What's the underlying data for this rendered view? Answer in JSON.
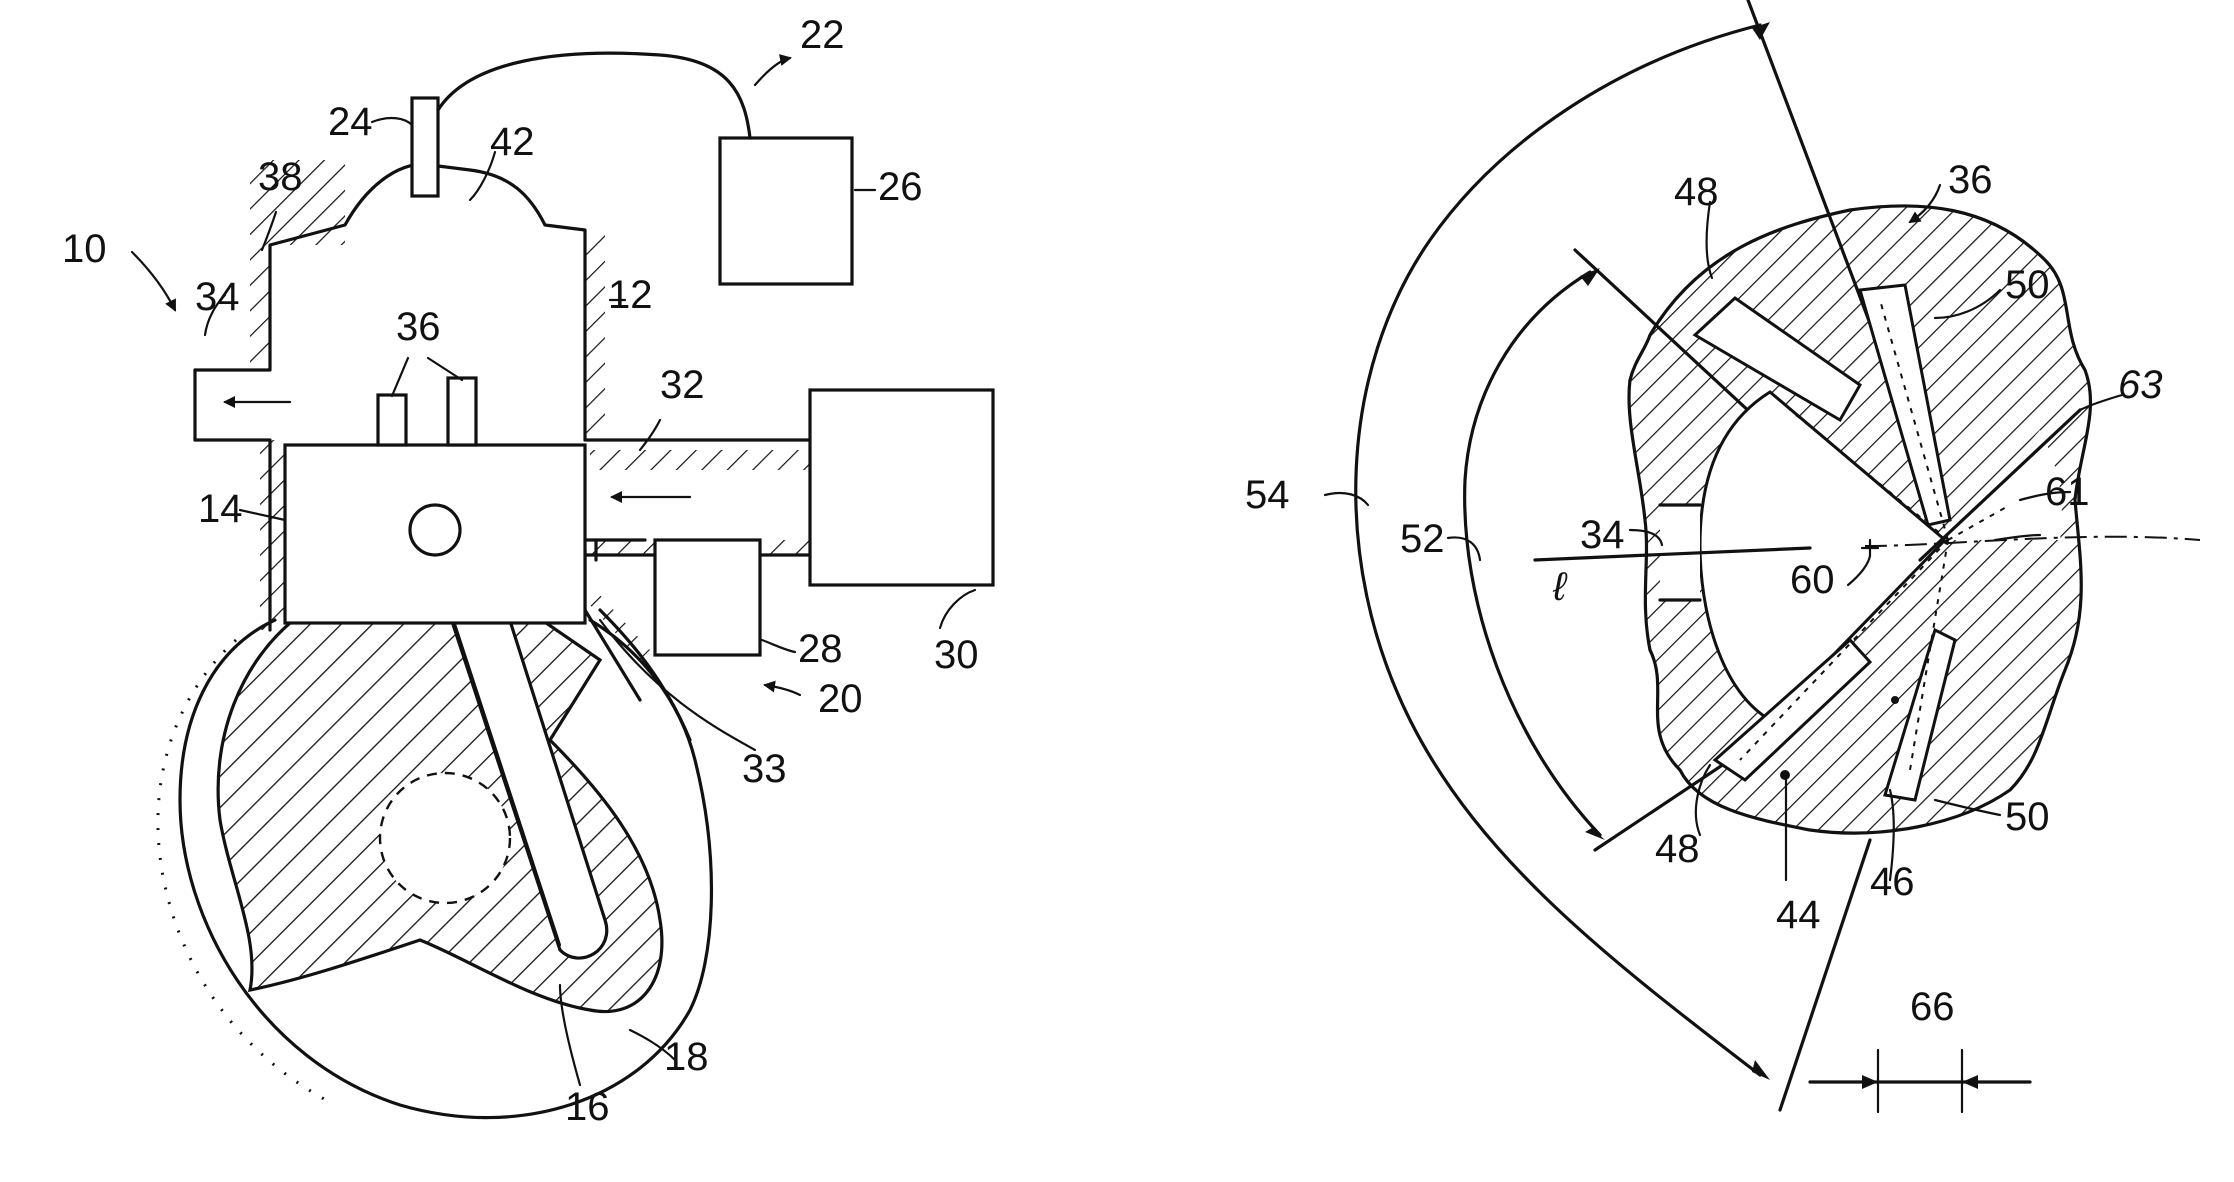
{
  "figure_left": {
    "labels": {
      "n10": "10",
      "n12": "12",
      "n14": "14",
      "n16": "16",
      "n18": "18",
      "n20": "20",
      "n22": "22",
      "n24": "24",
      "n26": "26",
      "n28": "28",
      "n30": "30",
      "n32": "32",
      "n33": "33",
      "n34": "34",
      "n36": "36",
      "n38": "38",
      "n42": "42"
    }
  },
  "figure_right": {
    "labels": {
      "n34": "34",
      "n36": "36",
      "n44": "44",
      "n46": "46",
      "n48a": "48",
      "n48b": "48",
      "n50a": "50",
      "n50b": "50",
      "n52": "52",
      "n54": "54",
      "n60": "60",
      "n61": "61",
      "n63": "63",
      "n66": "66"
    },
    "centerline_mark": "ℓ"
  }
}
